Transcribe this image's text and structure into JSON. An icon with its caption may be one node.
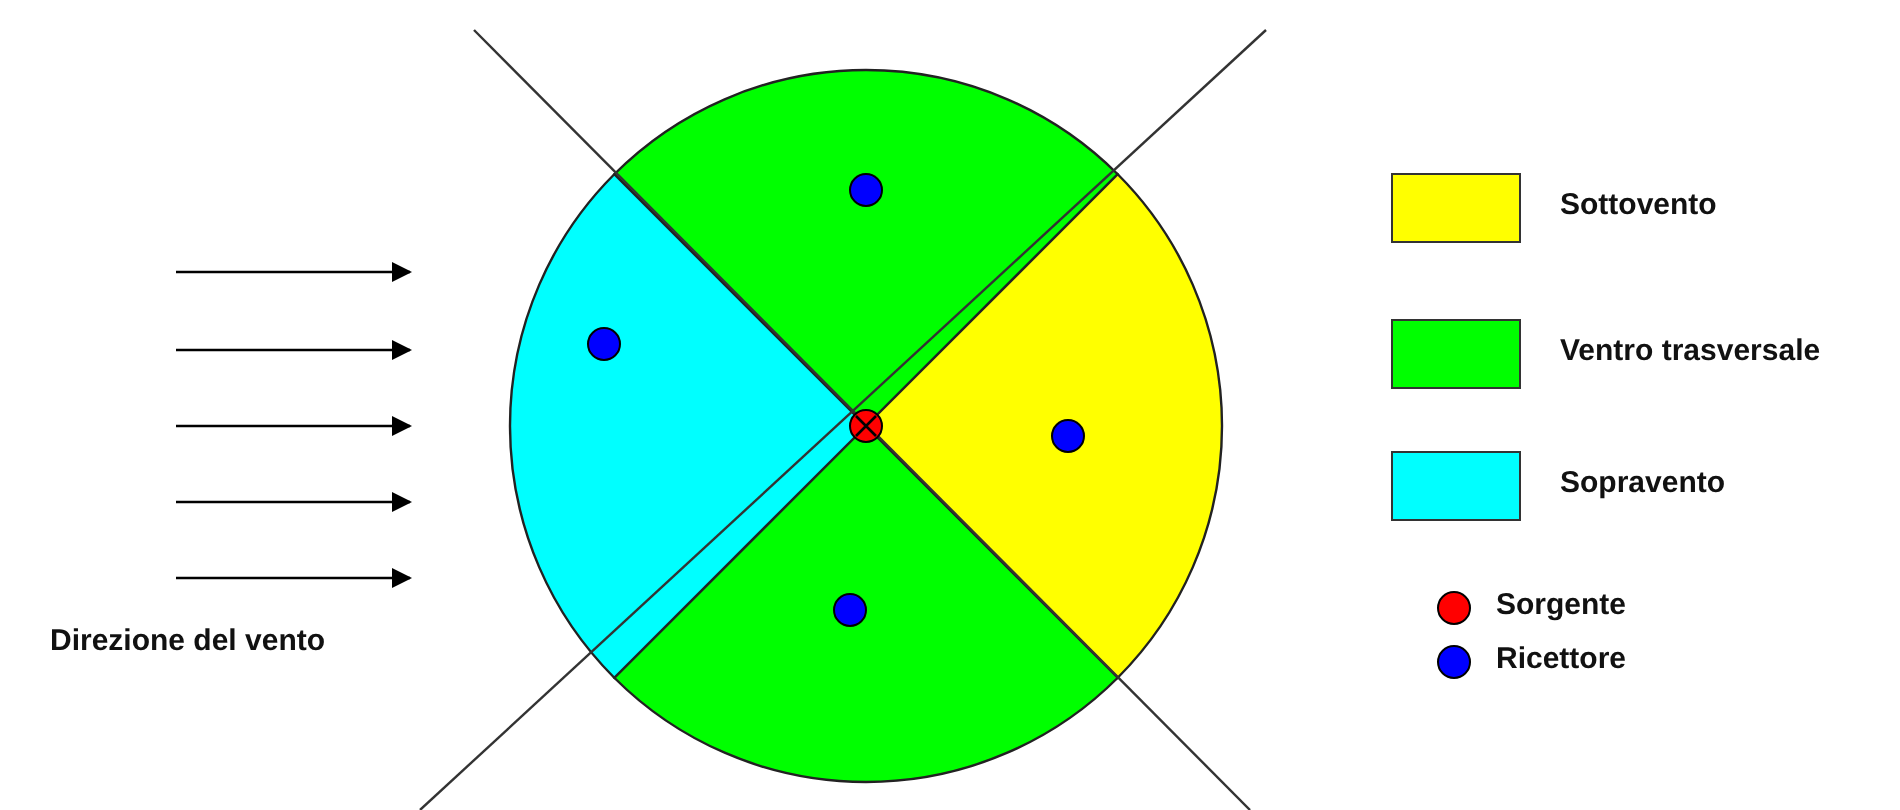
{
  "diagram": {
    "labels": [
      "Direzione del vento"
    ],
    "legend": [
      {
        "text": "Sottovento",
        "color": "#ffff00"
      },
      {
        "text": "Ventro trasversale",
        "color": "#00ff00"
      },
      {
        "text": "Sopravento",
        "color": "#00ffff"
      },
      {
        "text": "Sorgente",
        "color": "#ff0000"
      },
      {
        "text": "Ricettore",
        "color": "#0000ff"
      }
    ]
  }
}
